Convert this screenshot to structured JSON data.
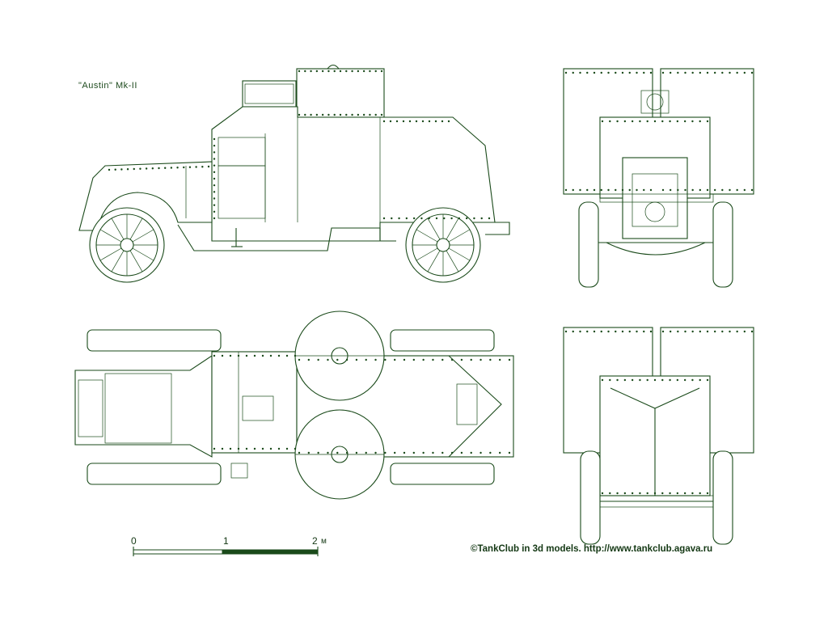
{
  "title": "\"Austin\" Mk-II",
  "credit": "©TankClub in 3d models. http://www.tankclub.agava.ru",
  "scale": {
    "ticks": [
      "0",
      "1",
      "2"
    ],
    "unit": "м"
  },
  "colors": {
    "line": "#1a4a1a",
    "background": "#ffffff"
  }
}
